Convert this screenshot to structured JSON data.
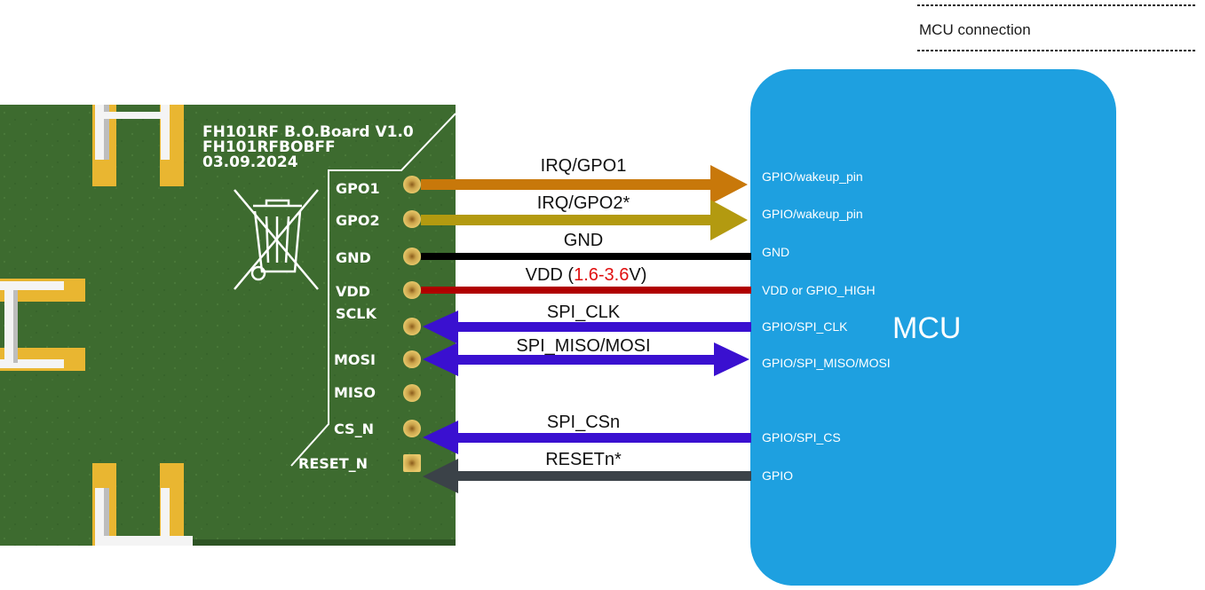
{
  "header": {
    "title": "MCU connection"
  },
  "board": {
    "title_line1": "FH101RF B.O.Board  V1.0",
    "title_line2": "FH101RFBOBFF",
    "title_line3": "03.09.2024",
    "pins": [
      "GPO1",
      "GPO2",
      "GND",
      "VDD",
      "SCLK",
      "MOSI",
      "MISO",
      "CS_N",
      "RESET_N"
    ],
    "icon": "crossed-out-wheelie-bin-icon"
  },
  "signals": {
    "gpo1": "IRQ/GPO1",
    "gpo2": "IRQ/GPO2*",
    "gnd": "GND",
    "vdd_prefix": "VDD (",
    "vdd_range": "1.6-3.6",
    "vdd_suffix": "V)",
    "sclk": "SPI_CLK",
    "mosi": "SPI_MISO/MOSI",
    "cs": "SPI_CSn",
    "reset": "RESETn*"
  },
  "mcu": {
    "title": "MCU",
    "pins": [
      "GPIO/wakeup_pin",
      "GPIO/wakeup_pin",
      "GND",
      "VDD or GPIO_HIGH",
      "GPIO/SPI_CLK",
      "GPIO/SPI_MISO/MOSI",
      "GPIO/SPI_CS",
      "GPIO"
    ]
  },
  "colors": {
    "board": "#3d6b2f",
    "mcu": "#1ea0e0",
    "gpo1_line": "#c8780a",
    "gpo2_line": "#b39a10",
    "gnd_line": "#000000",
    "vdd_line": "#b00000",
    "spi_line": "#3a10d0",
    "reset_line": "#3b4248",
    "vdd_range_text": "#e01010"
  }
}
